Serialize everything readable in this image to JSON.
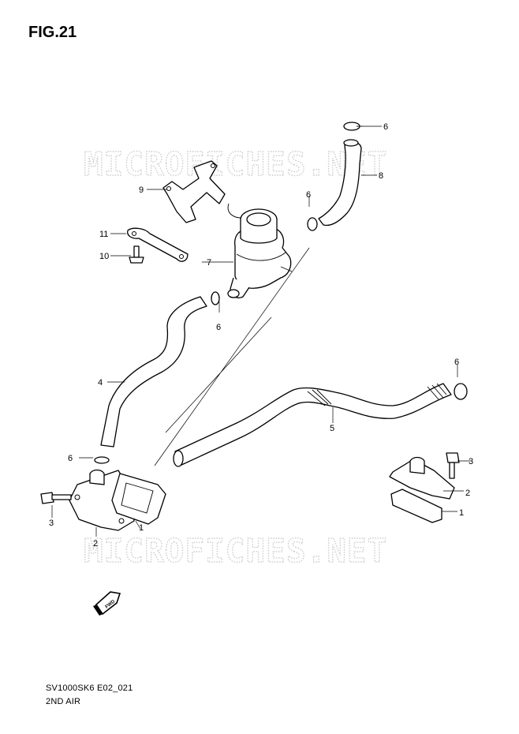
{
  "figure": {
    "title": "FIG.21"
  },
  "watermark": "MICROFICHES.NET",
  "callouts": [
    "6",
    "8",
    "9",
    "6",
    "11",
    "7",
    "10",
    "6",
    "4",
    "6",
    "5",
    "6",
    "3",
    "2",
    "1",
    "3",
    "2",
    "1"
  ],
  "fwd_label": "FWD",
  "footer": {
    "model_code": "SV1000SK6 E02_021",
    "section": "2ND AIR"
  }
}
